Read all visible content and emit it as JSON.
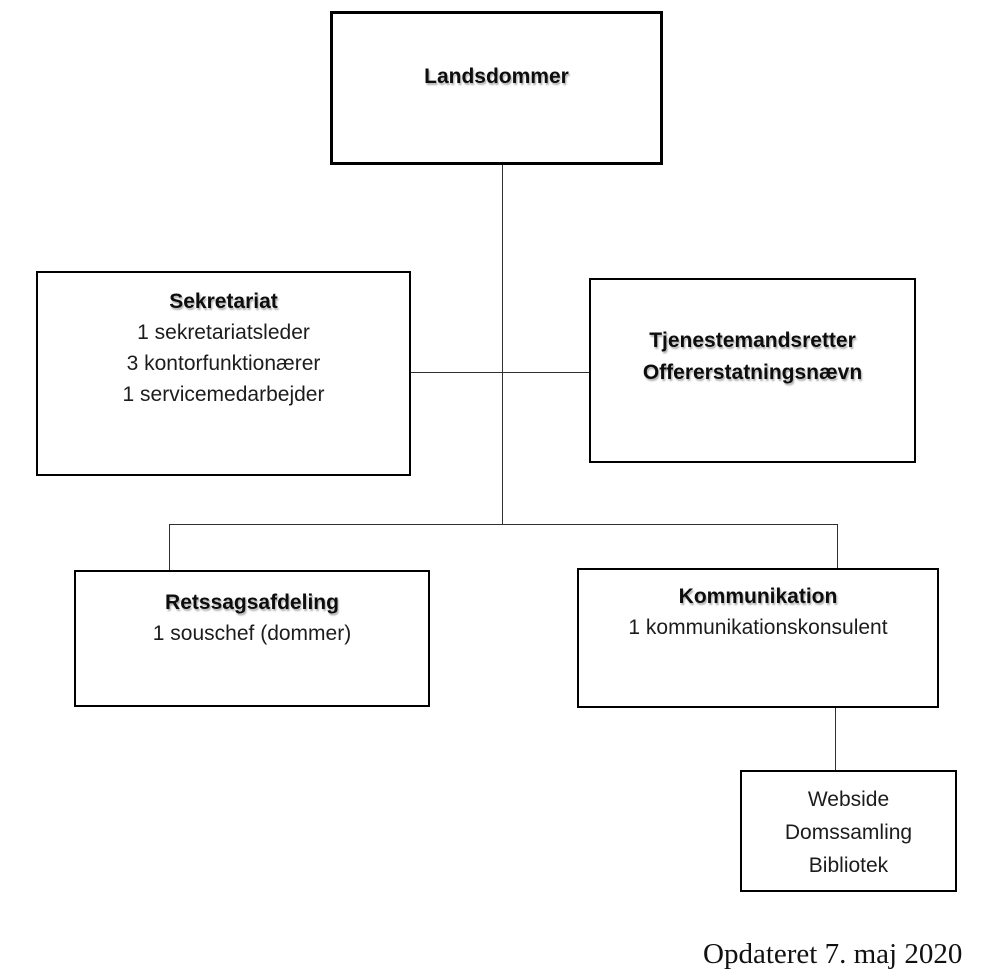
{
  "page": {
    "background": "#ffffff",
    "updated_label": "Opdateret 7. maj 2020"
  },
  "colors": {
    "box_border": "#000000",
    "text": "#161616",
    "connector": "#303030"
  },
  "org_chart": {
    "nodes": {
      "landsdommer": {
        "title": "Landsdommer"
      },
      "sekretariat": {
        "title": "Sekretariat",
        "line1": "1 sekretariatsleder",
        "line2": "3 kontorfunktionærer",
        "line3": "1 servicemedarbejder"
      },
      "tjenestemandsretter": {
        "title1": "Tjenestemandsretter",
        "title2": "Offererstatningsnævn"
      },
      "retssagsafdeling": {
        "title": "Retssagsafdeling",
        "line1": "1 souschef (dommer)"
      },
      "kommunikation": {
        "title": "Kommunikation",
        "line1": "1 kommunikationskonsulent"
      },
      "webside": {
        "line1": "Webside",
        "line2": "Domssamling",
        "line3": "Bibliotek"
      }
    }
  }
}
